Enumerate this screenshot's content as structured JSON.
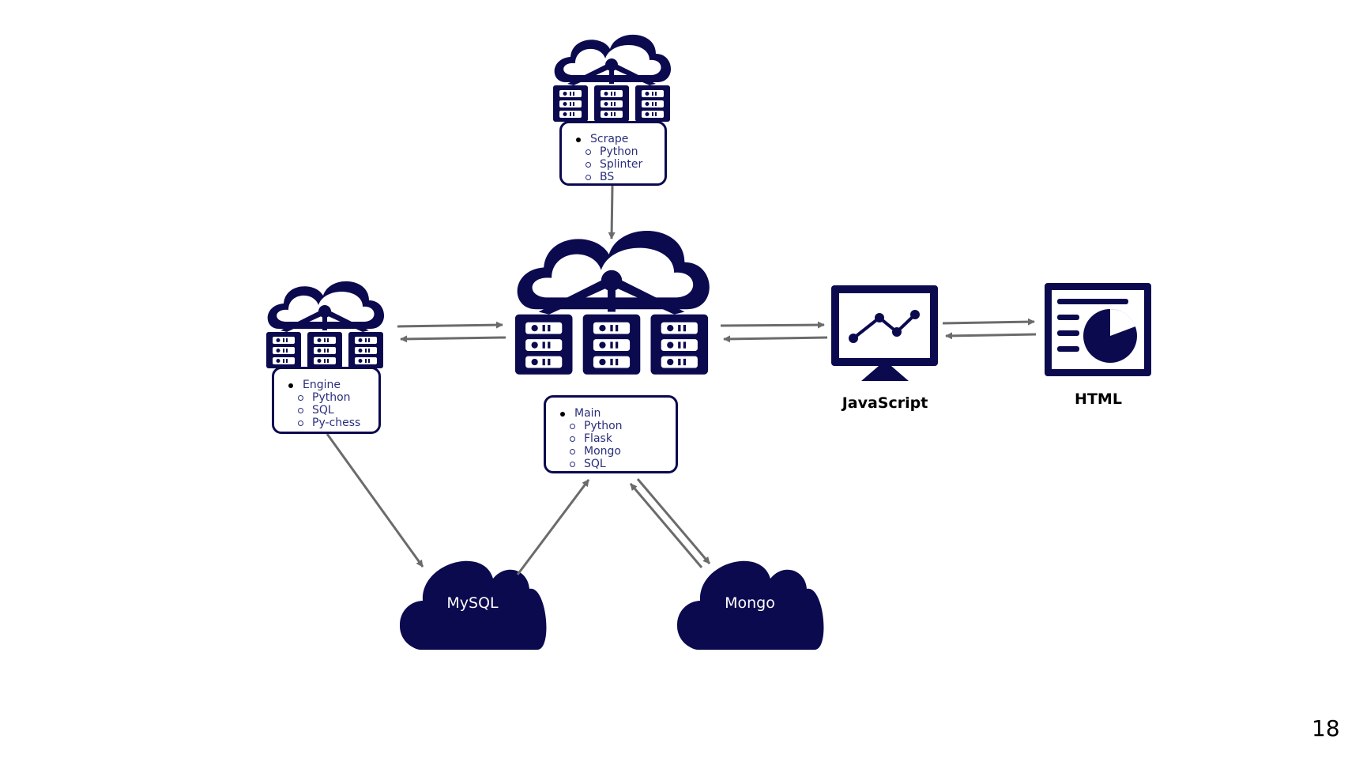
{
  "nodes": {
    "scrape": {
      "title": "Scrape",
      "items": [
        "Python",
        "Splinter",
        "BS"
      ]
    },
    "main": {
      "title": "Main",
      "items": [
        "Python",
        "Flask",
        "Mongo",
        "SQL"
      ]
    },
    "engine": {
      "title": "Engine",
      "items": [
        "Python",
        "SQL",
        "Py-chess"
      ]
    }
  },
  "databases": {
    "mysql": "MySQL",
    "mongo": "Mongo"
  },
  "frontend": {
    "javascript": "JavaScript",
    "html": "HTML"
  },
  "icons": {
    "server": "cloud-server-icon",
    "monitor": "monitor-chart-icon",
    "dashboard": "dashboard-pie-icon",
    "database": "cloud-database-icon"
  },
  "colors": {
    "navy": "#0b0a4f",
    "text": "#2a2f7c",
    "arrow": "#6b6b6b"
  },
  "page_number": "18"
}
